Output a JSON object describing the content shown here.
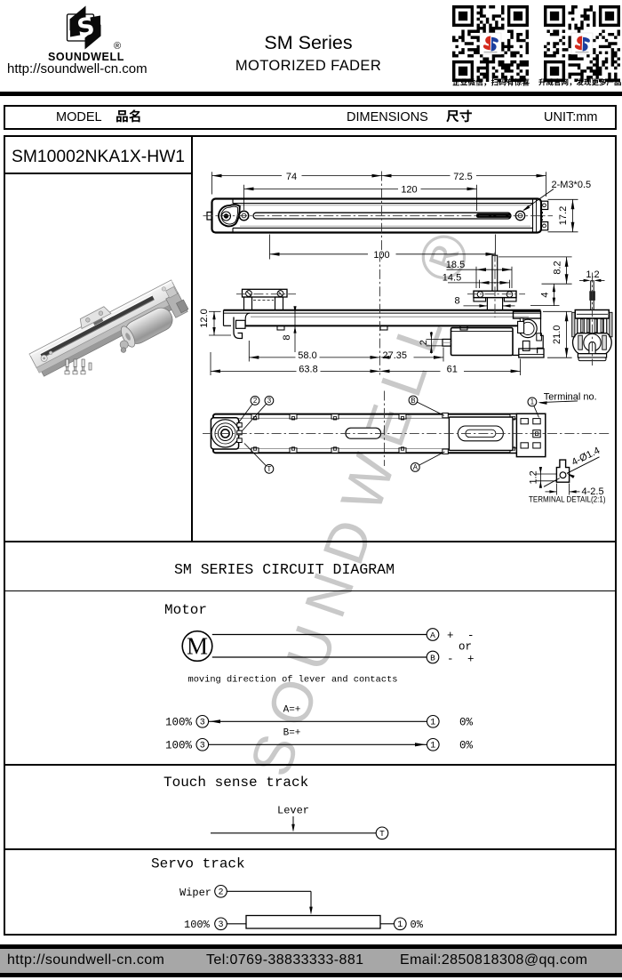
{
  "header": {
    "brand": "SOUNDWELL",
    "registered_mark": "®",
    "website": "http://soundwell-cn.com",
    "series_title": "SM Series",
    "product_title": "MOTORIZED FADER",
    "qr_left_caption": "企业微信，扫码有惊喜",
    "qr_right_caption": "升威官网，发现更多产品"
  },
  "table_header": {
    "model_label_en": "MODEL",
    "model_label_zh": "品名",
    "dimensions_label_en": "DIMENSIONS",
    "dimensions_label_zh": "尺寸",
    "unit_label": "UNIT:mm"
  },
  "model": {
    "name": "SM10002NKA1X-HW1"
  },
  "drawing": {
    "top_view": {
      "dim_74": "74",
      "dim_72_5": "72.5",
      "dim_120": "120",
      "screw_note": "2-M3*0.5",
      "dim_17_2": "17.2"
    },
    "side_view": {
      "dim_100": "100",
      "dim_18_5": "18.5",
      "dim_14_5": "14.5",
      "dim_8_lever": "8",
      "dim_8_2": "8.2",
      "dim_4": "4",
      "dim_12_0": "12.0",
      "dim_8_left": "8",
      "dim_2": "2",
      "dim_58_0": "58.0",
      "dim_27_35": "27.35",
      "dim_63_8": "63.8",
      "dim_61": "61",
      "dim_21_0": "21.0",
      "dim_1_2": "1.2"
    },
    "bottom_view": {
      "callout_2": "2",
      "callout_3": "3",
      "callout_T": "T",
      "callout_B": "B",
      "callout_A": "A",
      "callout_1": "1",
      "terminal_no_label": "Terminal no."
    },
    "terminal_detail": {
      "title": "TERMINAL DETAIL(2:1)",
      "dim_1_2": "1.2",
      "hole_note": "4-Ø1.4",
      "dim_4_2_5": "4-2.5"
    }
  },
  "circuit": {
    "section_title": "SM SERIES CIRCUIT DIAGRAM",
    "motor": {
      "title": "Motor",
      "symbol": "M",
      "terminal_a": "A",
      "terminal_b": "B",
      "polarity_top": "+ -",
      "or_label": "or",
      "polarity_bottom": "- +",
      "caption": "moving direction of lever and contacts",
      "row_a": {
        "left_pct": "100%",
        "left_terminal": "3",
        "label": "A=+",
        "right_terminal": "1",
        "right_pct": "0%"
      },
      "row_b": {
        "left_pct": "100%",
        "left_terminal": "3",
        "label": "B=+",
        "right_terminal": "1",
        "right_pct": "0%"
      }
    },
    "touch": {
      "title": "Touch sense track",
      "lever_label": "Lever",
      "terminal": "T"
    },
    "servo": {
      "title": "Servo track",
      "wiper_label": "Wiper",
      "wiper_terminal": "2",
      "left_pct": "100%",
      "left_terminal": "3",
      "right_terminal": "1",
      "right_pct": "0%"
    }
  },
  "watermark": {
    "text": "SOUNDWELL",
    "mark": "®"
  },
  "footer": {
    "website": "http://soundwell-cn.com",
    "tel": "Tel:0769-38833333-881",
    "email": "Email:2850818308@qq.com"
  },
  "colors": {
    "line": "#000000",
    "footer_bg": "#a7a7a7",
    "watermark": "#cfcfcf",
    "qr_logo_red": "#d42b1e",
    "qr_logo_blue": "#1d3f9e"
  }
}
